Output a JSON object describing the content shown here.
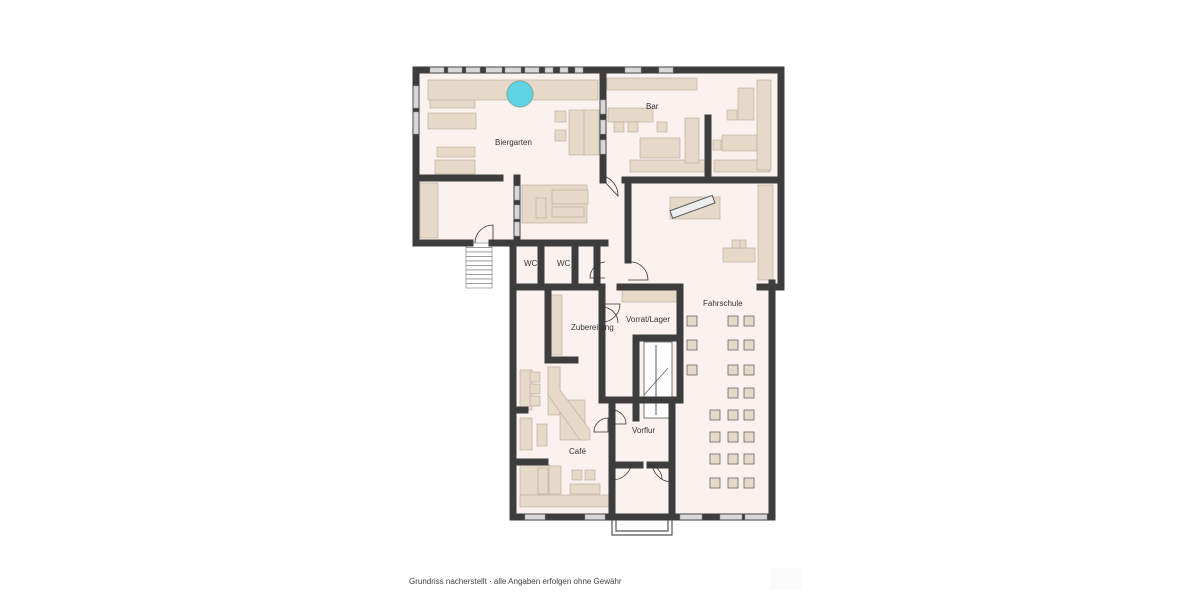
{
  "rooms": {
    "biergarten": "Biergarten",
    "bar": "Bar",
    "wc1": "WC",
    "wc2": "WC",
    "zubereitung": "Zubereitung",
    "vorrat": "Vorrat/Lager",
    "fahrschule": "Fahrschule",
    "vorflur": "Vorflur",
    "cafe": "Café"
  },
  "caption": "Grundriss nacherstellt · alle Angaben erfolgen ohne Gewähr",
  "colors": {
    "wall": "#3d3d3d",
    "floor": "#fbf2f0",
    "furniture": "#e6d9c8",
    "furniture_edge": "#b8a996",
    "window": "#d8d8d8",
    "pool": "#5fd3e6"
  }
}
